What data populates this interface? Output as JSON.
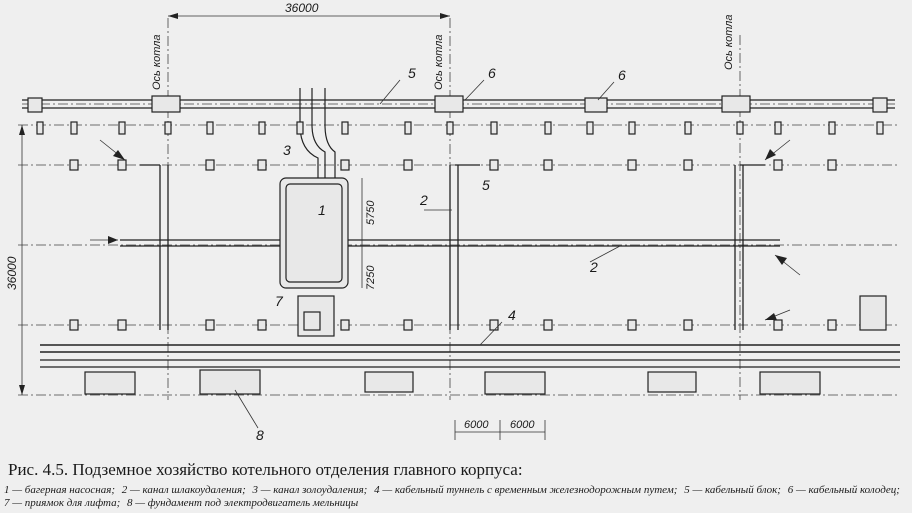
{
  "dimensions": {
    "top_span": "36000",
    "left_span": "36000",
    "d_5750": "5750",
    "d_7250": "7250",
    "bottom_a": "6000",
    "bottom_b": "6000"
  },
  "axis_labels": {
    "left": "Ось котла",
    "middle": "Ось котла",
    "right": "Ось котла"
  },
  "callouts": {
    "c1": "1",
    "c2a": "2",
    "c2b": "2",
    "c3": "3",
    "c4": "4",
    "c5a": "5",
    "c5b": "5",
    "c6a": "6",
    "c6b": "6",
    "c7": "7",
    "c8": "8"
  },
  "caption": {
    "figure_number": "Рис. 4.5.",
    "title": "Подземное хозяйство котельного отделения главного корпуса:"
  },
  "legend": [
    "1 — багерная насосная;",
    "2 — канал шлакоудаления;",
    "3 — канал золоудаления;",
    "4 — кабельный туннель с временным железнодорожным путем;",
    "5 — кабельный блок;",
    "6 — кабельный колодец;",
    "7 — приямок для лифта;",
    "8 — фундамент под электродвигатель мельницы"
  ]
}
